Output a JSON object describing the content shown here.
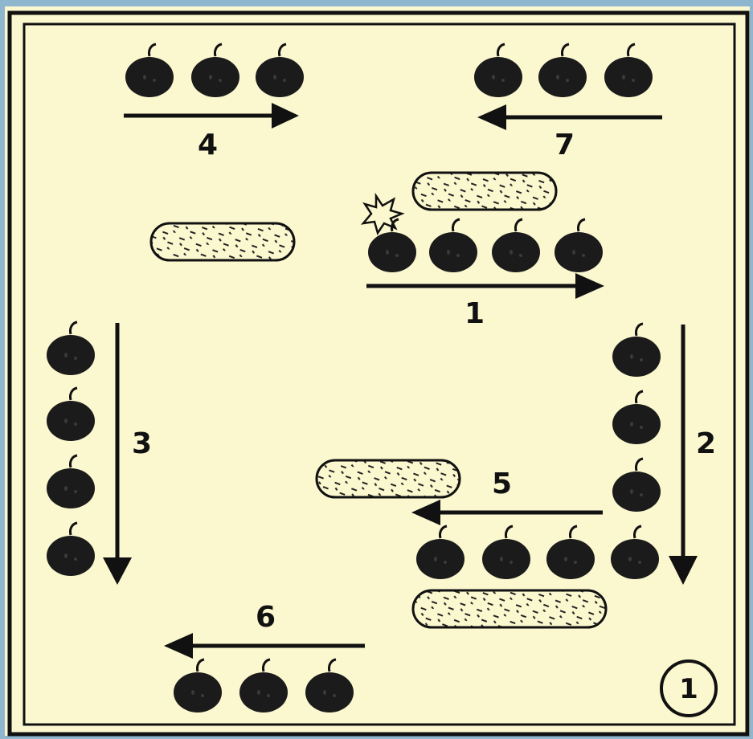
{
  "colors": {
    "background": "#8fb6cf",
    "paper": "#fbf7cf",
    "ink": "#111111"
  },
  "icons": {
    "bomb": "bomb-icon",
    "platform": "hatched-platform-icon",
    "arrow": "direction-arrow-icon",
    "spark": "explosion-spark-icon"
  },
  "diagram": {
    "sequence_labels": {
      "one": "1",
      "two": "2",
      "three": "3",
      "four": "4",
      "five": "5",
      "six": "6",
      "seven": "7"
    },
    "figure_number": "1"
  }
}
